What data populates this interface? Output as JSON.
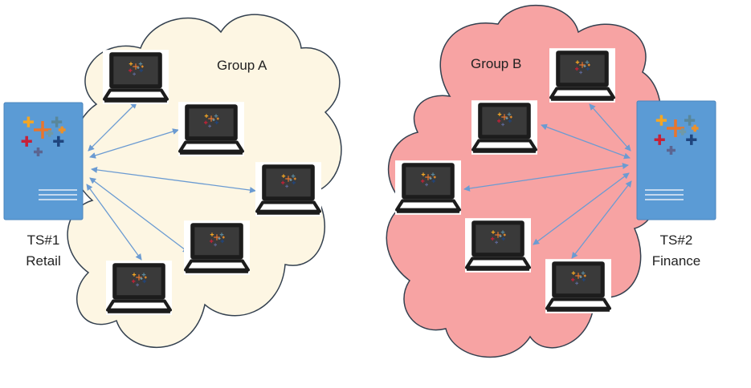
{
  "groups": [
    {
      "label": "Group A",
      "fill": "#fdf6e3",
      "stroke": "#33404f"
    },
    {
      "label": "Group B",
      "fill": "#f7a3a3",
      "stroke": "#33404f"
    }
  ],
  "servers": [
    {
      "line1": "TS#1",
      "line2": "Retail"
    },
    {
      "line1": "TS#2",
      "line2": "Finance"
    }
  ],
  "colors": {
    "server_fill": "#5b9bd5",
    "server_edge": "#4a84bd",
    "arrow": "#6b9bd2",
    "laptop_body": "#1c1c1c",
    "laptop_screen": "#3a3a3a"
  },
  "icons": {
    "logo": "tableau-logo-icon",
    "laptop": "laptop-icon"
  },
  "connections": [
    {
      "server": "TS#1",
      "laptops": 5
    },
    {
      "server": "TS#2",
      "laptops": 5
    }
  ]
}
